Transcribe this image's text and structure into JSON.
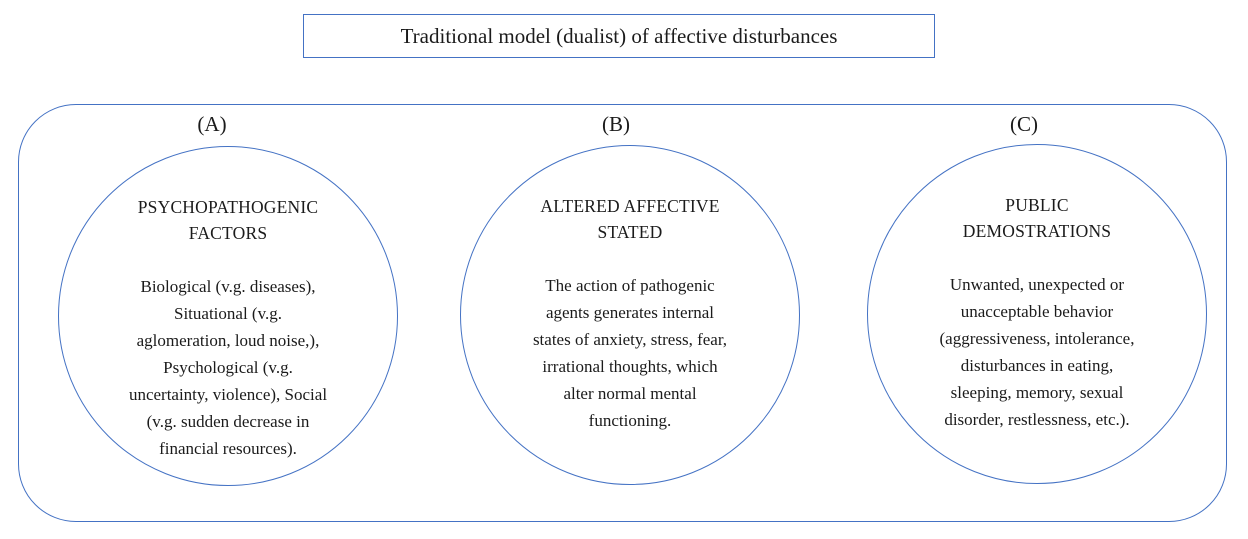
{
  "title": "Traditional model (dualist) of affective disturbances",
  "colors": {
    "border_blue": "#4472C4",
    "text": "#1b1b1b",
    "background": "#ffffff"
  },
  "diagram": {
    "nodes": [
      {
        "label": "(A)",
        "heading": "PSYCHOPATHOGENIC\nFACTORS",
        "body": "Biological (v.g. diseases),\nSituational (v.g.\naglomeration, loud noise,),\nPsychological (v.g.\nuncertainty, violence), Social\n(v.g. sudden decrease in\nfinancial resources)."
      },
      {
        "label": "(B)",
        "heading": "ALTERED AFFECTIVE\nSTATED",
        "body": "The action of pathogenic\nagents generates internal\nstates of anxiety, stress, fear,\nirrational thoughts, which\nalter normal mental\nfunctioning."
      },
      {
        "label": "(C)",
        "heading": "PUBLIC\nDEMOSTRATIONS",
        "body": "Unwanted, unexpected or\nunacceptable behavior\n(aggressiveness, intolerance,\ndisturbances in eating,\nsleeping, memory, sexual\ndisorder, restlessness, etc.)."
      }
    ]
  }
}
